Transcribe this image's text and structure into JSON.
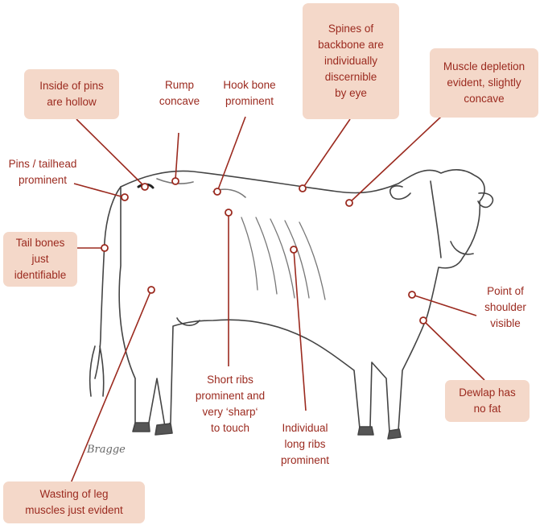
{
  "colors": {
    "accent": "#9b2a1f",
    "box_fill": "#f4d8c9",
    "ink": "#444444"
  },
  "labels": {
    "inside_pins": "Inside of pins\nare hollow",
    "rump": "Rump\nconcave",
    "hook_bone": "Hook bone\nprominent",
    "spines": "Spines of\nbackbone are\nindividually\ndiscernible\nby eye",
    "muscle_depletion": "Muscle depletion\nevident, slightly\nconcave",
    "pins_tailhead": "Pins / tailhead\nprominent",
    "tail_bones": "Tail bones\njust\nidentifiable",
    "point_shoulder": "Point of\nshoulder\nvisible",
    "short_ribs": "Short ribs\nprominent and\nvery ‘sharp‘\nto touch",
    "long_ribs": "Individual\nlong ribs\nprominent",
    "dewlap": "Dewlap has\nno fat",
    "leg_muscles": "Wasting of leg\nmuscles just evident"
  },
  "illustration": {
    "subject": "cow",
    "style": "pencil-sketch",
    "signature": "Bragge"
  }
}
